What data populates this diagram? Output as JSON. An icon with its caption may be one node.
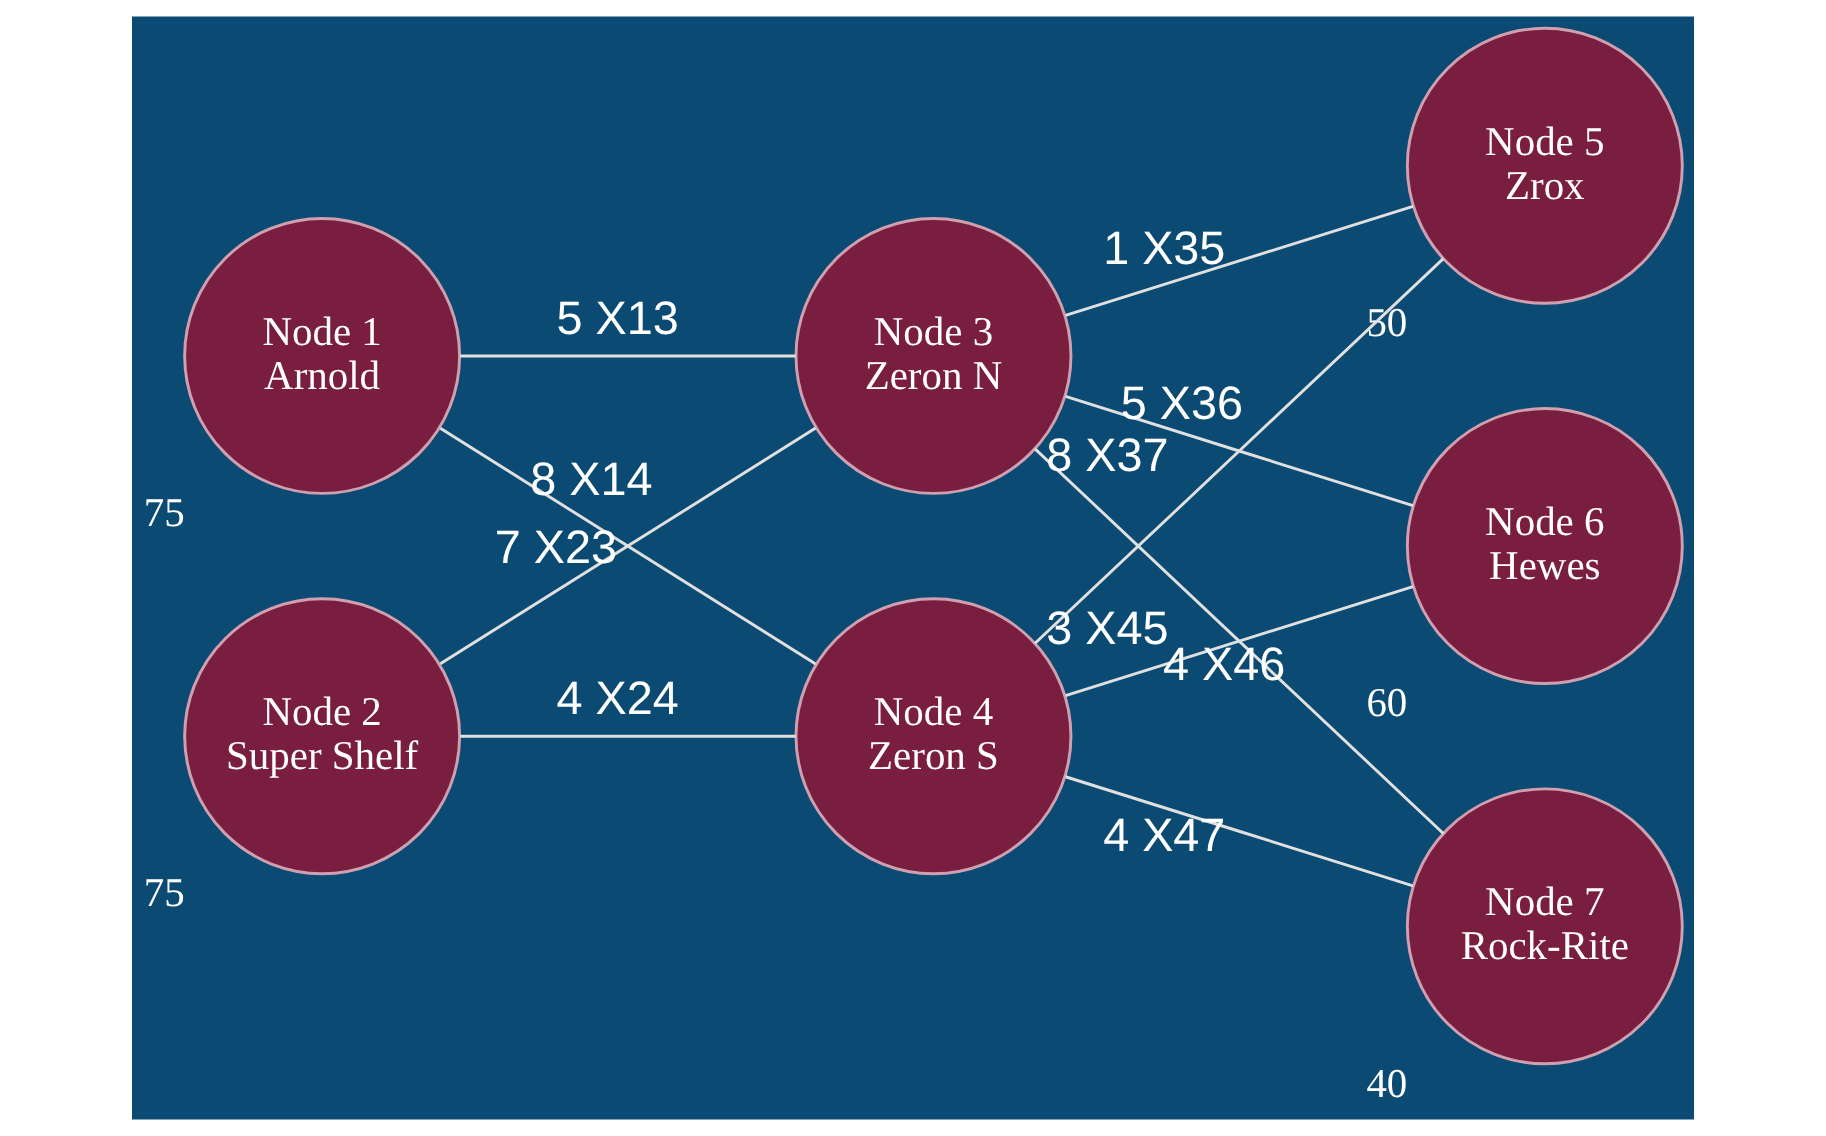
{
  "diagram": {
    "nodes": [
      {
        "text": [
          "Node 1",
          "Arnold"
        ],
        "beside": [
          "75"
        ]
      },
      {
        "text": [
          "Node 2",
          "Super Shelf"
        ],
        "beside": [
          "75"
        ]
      },
      {
        "text": [
          "Node 3",
          "Zeron N"
        ]
      },
      {
        "text": [
          "Node 4",
          "Zeron S"
        ]
      },
      {
        "text": [
          "Node 5",
          "Zrox"
        ],
        "beside": [
          "50"
        ]
      },
      {
        "text": [
          "Node 6",
          "Hewes"
        ],
        "beside": [
          "60"
        ]
      },
      {
        "text": [
          "Node 7",
          "Rock-Rite"
        ],
        "beside": [
          "40"
        ]
      }
    ],
    "edges": [
      {
        "from": 0,
        "to": 2,
        "arrow": "none",
        "label": "5 X13"
      },
      {
        "from": 0,
        "to": 3,
        "arrow": "none",
        "label": "8 X14"
      },
      {
        "from": 1,
        "to": 2,
        "arrow": "none",
        "label": "7 X23"
      },
      {
        "from": 1,
        "to": 3,
        "arrow": "none",
        "label": "4 X24"
      },
      {
        "from": 2,
        "to": 4,
        "arrow": "none",
        "label": "1 X35"
      },
      {
        "from": 2,
        "to": 5,
        "arrow": "none",
        "label": "5 X36"
      },
      {
        "from": 2,
        "to": 6,
        "arrow": "none",
        "label": "8 X37"
      },
      {
        "from": 3,
        "to": 4,
        "arrow": "none",
        "label": "3 X45"
      },
      {
        "from": 3,
        "to": 5,
        "arrow": "none",
        "label": "4 X46"
      },
      {
        "from": 3,
        "to": 6,
        "arrow": "none",
        "label": "4 X47"
      }
    ]
  }
}
